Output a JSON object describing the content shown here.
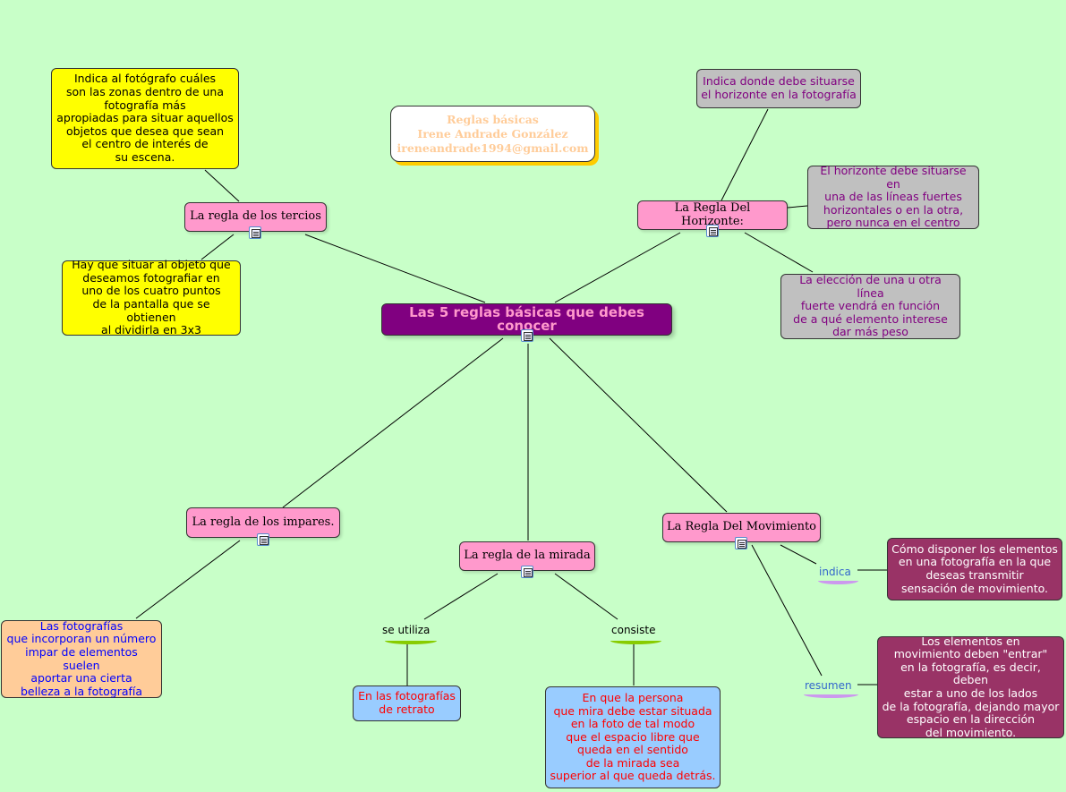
{
  "main": {
    "label": "Las 5 reglas básicas que debes conocer"
  },
  "credit": {
    "line1": "Reglas básicas",
    "line2": "Irene Andrade González",
    "line3": "ireneandrade1994@gmail.com"
  },
  "tercios": {
    "label": "La regla de los tercios",
    "top_note": "Indica al fotógrafo cuáles\nson las zonas dentro de una\nfotografía más\napropiadas para situar aquellos\nobjetos que desea que sean\nel centro de interés de\nsu escena.",
    "bottom_note": "Hay que situar al objeto que\ndeseamos fotografiar en\nuno de los cuatro puntos\nde la pantalla que se obtienen\nal dividirla en 3x3"
  },
  "horizonte": {
    "label": "La Regla Del Horizonte:",
    "note1": "Indica donde debe situarse\nel horizonte en la fotografía",
    "note2": "El horizonte debe situarse en\nuna de las líneas fuertes\nhorizontales o en la otra,\npero nunca en el centro",
    "note3": "La elección de una u otra línea\nfuerte vendrá en función\nde a qué elemento interese\ndar más peso"
  },
  "impares": {
    "label": "La regla de los impares.",
    "note": "Las fotografías\nque incorporan un número\nimpar de elementos suelen\naportar una cierta\nbelleza a la fotografía"
  },
  "mirada": {
    "label": "La regla de la mirada",
    "link_left": "se utiliza",
    "link_right": "consiste",
    "note_left": "En las fotografías\nde retrato",
    "note_right": "En que la persona\nque mira debe estar situada\nen la foto de tal modo\nque el espacio libre que\nqueda en el sentido\nde la mirada sea\nsuperior al que queda detrás."
  },
  "movimiento": {
    "label": "La Regla Del Movimiento",
    "link_top": "indica",
    "link_bottom": "resumen",
    "note_top": "Cómo disponer los elementos\nen una fotografía en la que\ndeseas transmitir\nsensación de movimiento.",
    "note_bottom": "Los elementos en\nmovimiento deben \"entrar\"\nen la fotografía, es decir, deben\nestar a uno de los lados\nde la fotografía, dejando mayor\nespacio en la dirección\ndel movimiento."
  },
  "colors": {
    "background": "#c8ffc8",
    "main_node": "#800080",
    "title_node": "#ff99cc",
    "yellow_note": "#ffff00",
    "grey_note": "#c0c0c0",
    "peach_note": "#ffcc99",
    "blue_note": "#99ccff",
    "maroon_note": "#993366"
  }
}
